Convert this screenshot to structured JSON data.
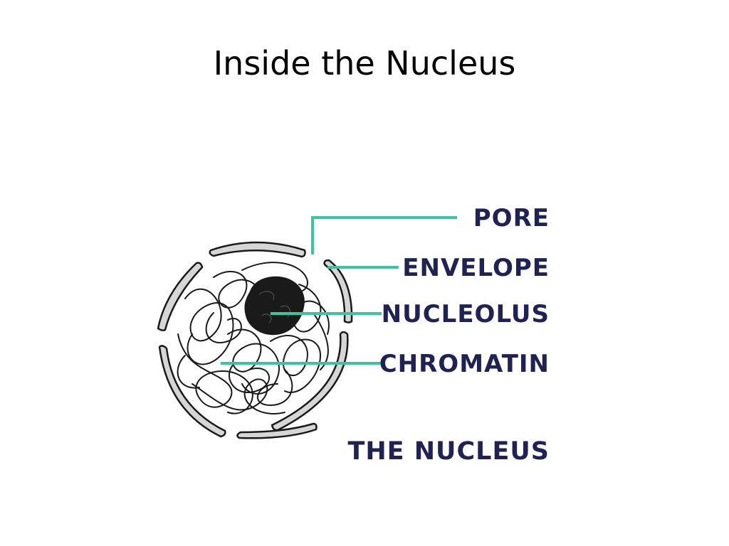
{
  "slide": {
    "title": "Inside the Nucleus"
  },
  "diagram": {
    "labels": {
      "pore": "PORE",
      "envelope": "ENVELOPE",
      "nucleolus": "NUCLEOLUS",
      "chromatin": "CHROMATIN"
    },
    "caption": "THE NUCLEUS"
  },
  "colors": {
    "leader_line": "#3cc3a0",
    "label_text": "#1f2252",
    "membrane_fill": "#d6d6d6",
    "membrane_stroke": "#1a1a1a",
    "nucleolus_fill": "#1a1a1a"
  }
}
